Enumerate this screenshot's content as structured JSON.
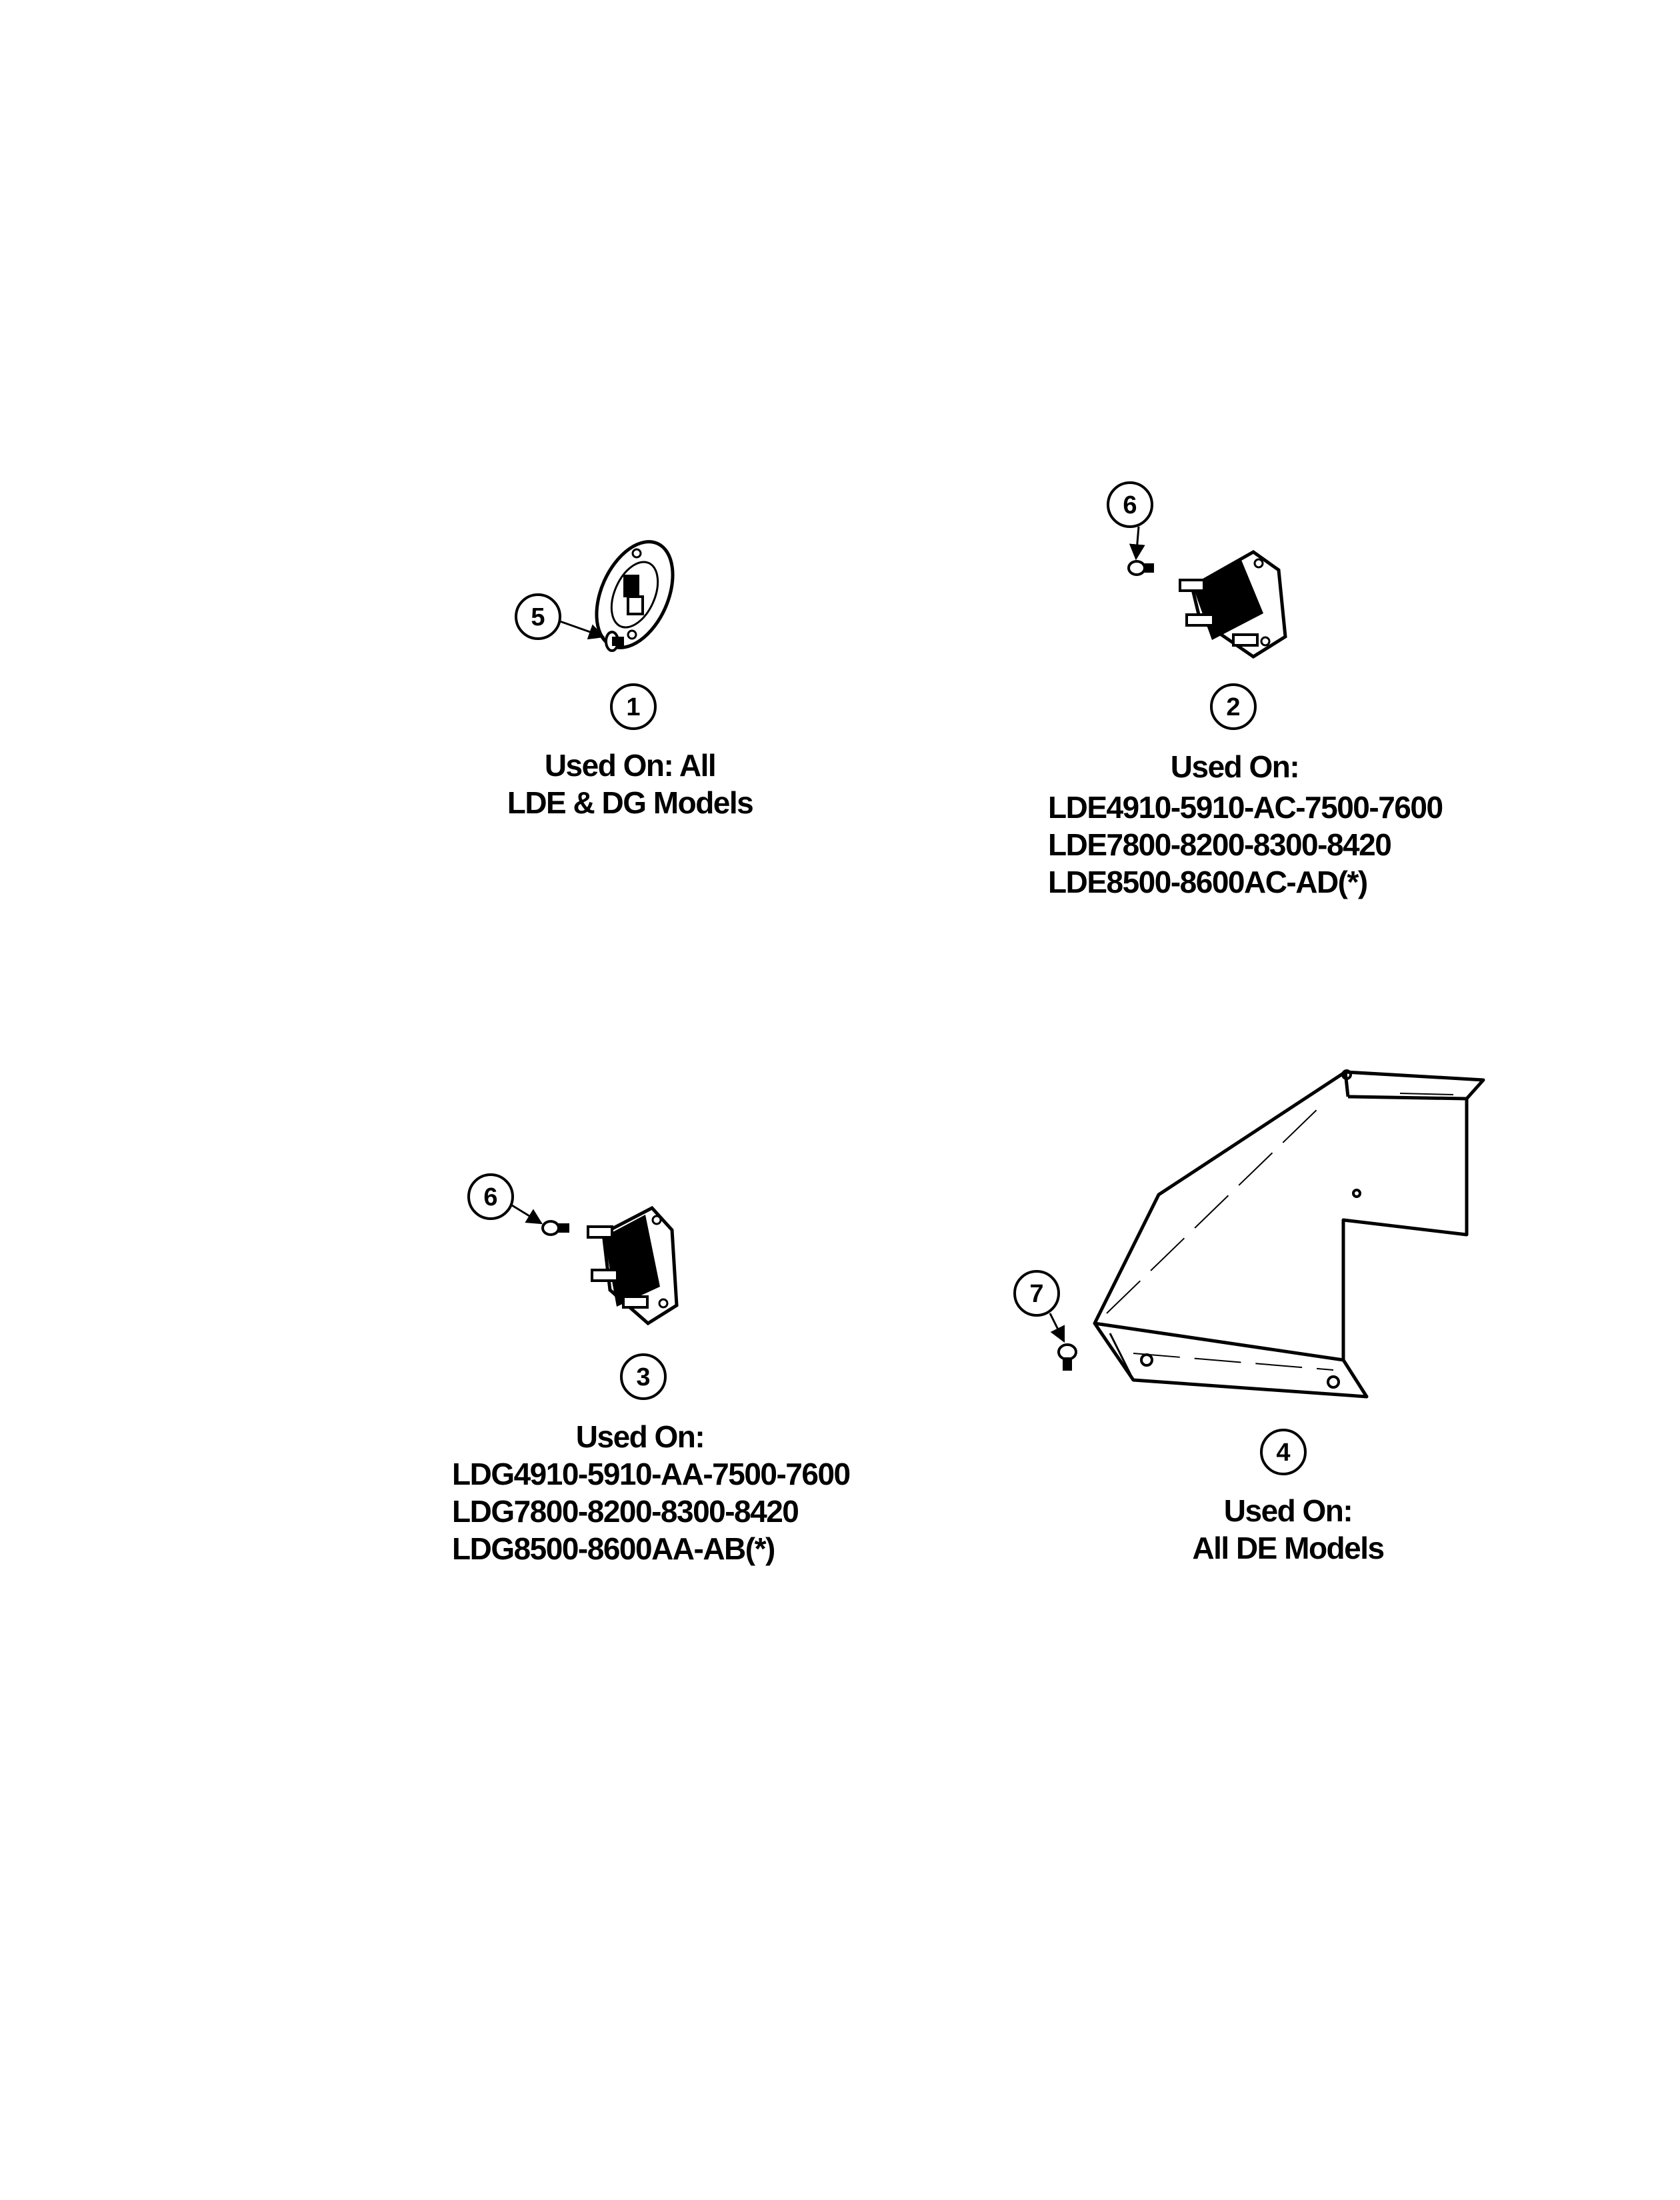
{
  "callouts": {
    "part_1": "1",
    "part_2": "2",
    "part_3": "3",
    "part_4": "4",
    "screw_5": "5",
    "screw_6_a": "6",
    "screw_6_b": "6",
    "screw_7": "7"
  },
  "captions": {
    "part_1": [
      "Used On: All",
      "LDE & DG Models"
    ],
    "part_2": [
      "Used On:",
      "LDE4910-5910-AC-7500-7600",
      "LDE7800-8200-8300-8420",
      "LDE8500-8600AC-AD(*)"
    ],
    "part_3": [
      "Used On:",
      "LDG4910-5910-AA-7500-7600",
      "LDG7800-8200-8300-8420",
      "LDG8500-8600AA-AB(*)"
    ],
    "part_4": [
      "Used On:",
      "All DE Models"
    ]
  }
}
